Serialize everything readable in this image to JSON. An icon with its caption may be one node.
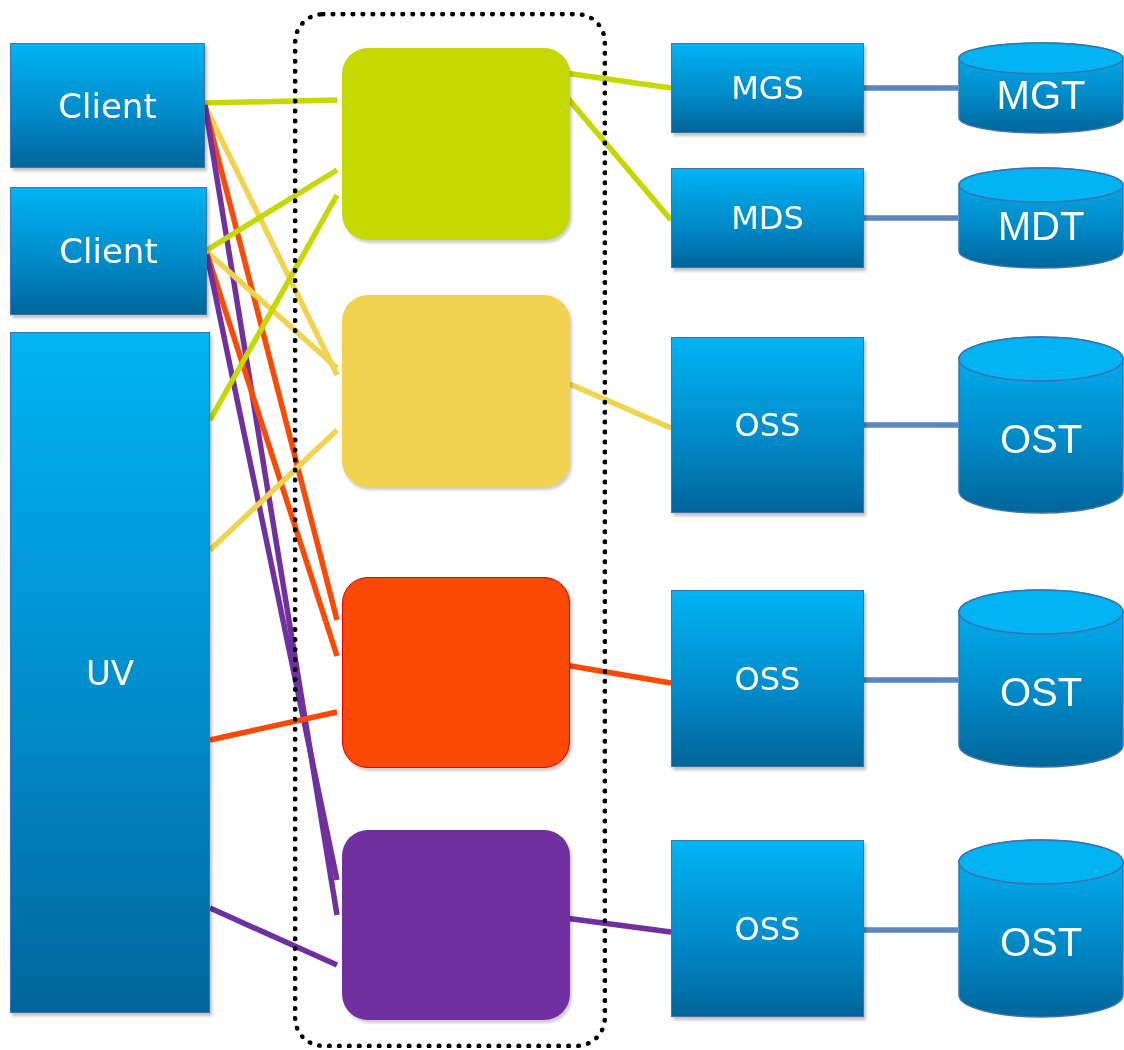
{
  "diagram": {
    "nodes": [
      {
        "text": [
          "Client"
        ]
      },
      {
        "text": [
          "Client"
        ]
      },
      {
        "text": [
          "UV"
        ]
      },
      {
        "text": [],
        "shape": "box"
      },
      {
        "text": [],
        "shape": "box",
        "in": 3
      },
      {
        "text": [],
        "shape": "box",
        "in": 3
      },
      {
        "text": [],
        "shape": "box",
        "in": 3
      },
      {
        "text": [],
        "shape": "box",
        "in": 3
      },
      {
        "text": [
          "MGS"
        ]
      },
      {
        "text": [
          "MDS"
        ]
      },
      {
        "text": [
          "OSS"
        ]
      },
      {
        "text": [
          "OSS"
        ]
      },
      {
        "text": [
          "OSS"
        ]
      },
      {
        "text": [
          "MGT"
        ]
      },
      {
        "text": [
          "MDT"
        ]
      },
      {
        "text": [
          "OST"
        ]
      },
      {
        "text": [
          "OST"
        ]
      },
      {
        "text": [
          "OST"
        ]
      }
    ],
    "edges": [
      {
        "from": 0,
        "to": 4,
        "arrow": "none",
        "color": "#c5d800"
      },
      {
        "from": 0,
        "to": 5,
        "arrow": "none",
        "color": "#f2d350"
      },
      {
        "from": 0,
        "to": 6,
        "arrow": "none",
        "color": "#fc4a05"
      },
      {
        "from": 0,
        "to": 7,
        "arrow": "none",
        "color": "#7030a0"
      },
      {
        "from": 1,
        "to": 4,
        "arrow": "none",
        "color": "#c5d800"
      },
      {
        "from": 1,
        "to": 5,
        "arrow": "none",
        "color": "#f2d350"
      },
      {
        "from": 1,
        "to": 6,
        "arrow": "none",
        "color": "#fc4a05"
      },
      {
        "from": 1,
        "to": 7,
        "arrow": "none",
        "color": "#7030a0"
      },
      {
        "from": 2,
        "to": 4,
        "arrow": "none",
        "color": "#c5d800"
      },
      {
        "from": 2,
        "to": 5,
        "arrow": "none",
        "color": "#f2d350"
      },
      {
        "from": 2,
        "to": 6,
        "arrow": "none",
        "color": "#fc4a05"
      },
      {
        "from": 2,
        "to": 7,
        "arrow": "none",
        "color": "#7030a0"
      },
      {
        "from": 4,
        "to": 8,
        "arrow": "none",
        "color": "#c5d800"
      },
      {
        "from": 4,
        "to": 9,
        "arrow": "none",
        "color": "#c5d800"
      },
      {
        "from": 5,
        "to": 10,
        "arrow": "none",
        "color": "#f2d350"
      },
      {
        "from": 6,
        "to": 11,
        "arrow": "none",
        "color": "#fc4a05"
      },
      {
        "from": 7,
        "to": 12,
        "arrow": "none",
        "color": "#7030a0"
      },
      {
        "from": 8,
        "to": 13,
        "arrow": "none",
        "color": "#5b86c0"
      },
      {
        "from": 9,
        "to": 14,
        "arrow": "none",
        "color": "#5b86c0"
      },
      {
        "from": 10,
        "to": 15,
        "arrow": "none",
        "color": "#5b86c0"
      },
      {
        "from": 11,
        "to": 16,
        "arrow": "none",
        "color": "#5b86c0"
      },
      {
        "from": 12,
        "to": 17,
        "arrow": "none",
        "color": "#5b86c0"
      }
    ]
  }
}
